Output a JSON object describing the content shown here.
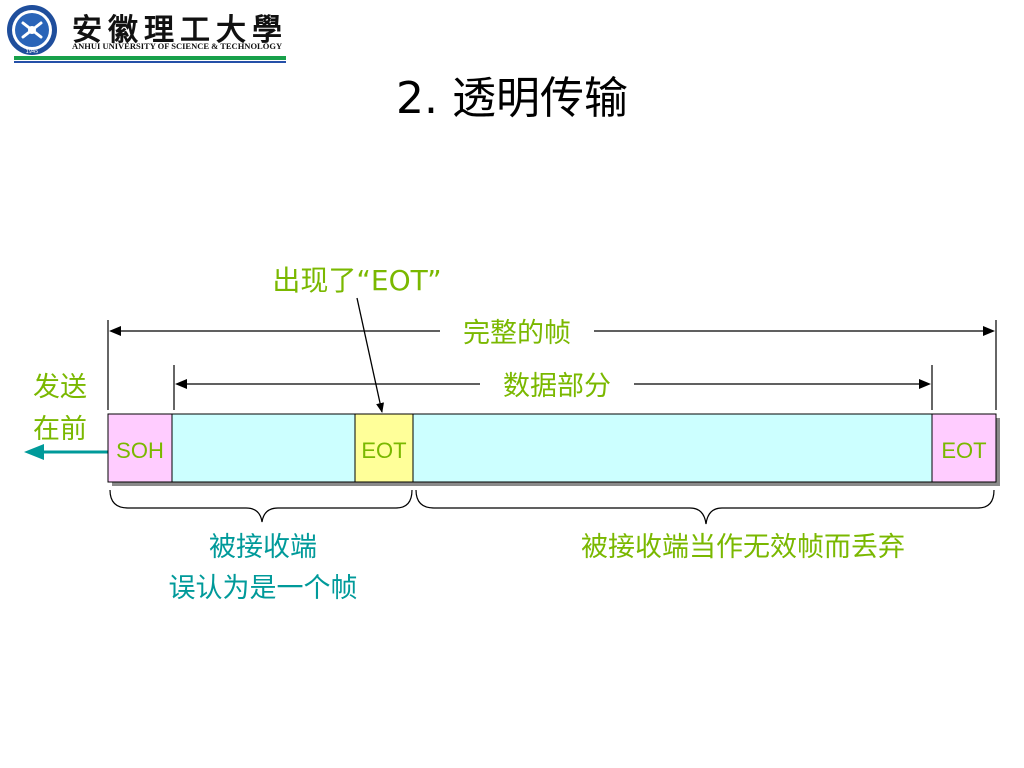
{
  "header": {
    "logo_cn": "安徽理工大學",
    "logo_en": "ANHUI UNIVERSITY OF SCIENCE & TECHNOLOGY",
    "seal_year": "1945"
  },
  "title": "2.  透明传输",
  "diagram": {
    "annotation_eot": "出现了“EOT”",
    "full_frame_label": "完整的帧",
    "data_part_label": "数据部分",
    "send_first_line1": "发送",
    "send_first_line2": "在前",
    "blocks": {
      "soh": "SOH",
      "eot_middle": "EOT",
      "eot_end": "EOT"
    },
    "left_brace_line1": "被接收端",
    "left_brace_line2": "误认为是一个帧",
    "right_brace_label": "被接收端当作无效帧而丢弃"
  },
  "colors": {
    "green_text": "#7ab800",
    "teal_text": "#009a9a",
    "soh_fill": "#ffccff",
    "eot_mid_fill": "#ffff99",
    "data_fill": "#ccffff",
    "header_green": "#18a04a",
    "header_blue": "#2550a8"
  },
  "icons": [
    "university-seal-icon",
    "arrow-left-icon"
  ]
}
